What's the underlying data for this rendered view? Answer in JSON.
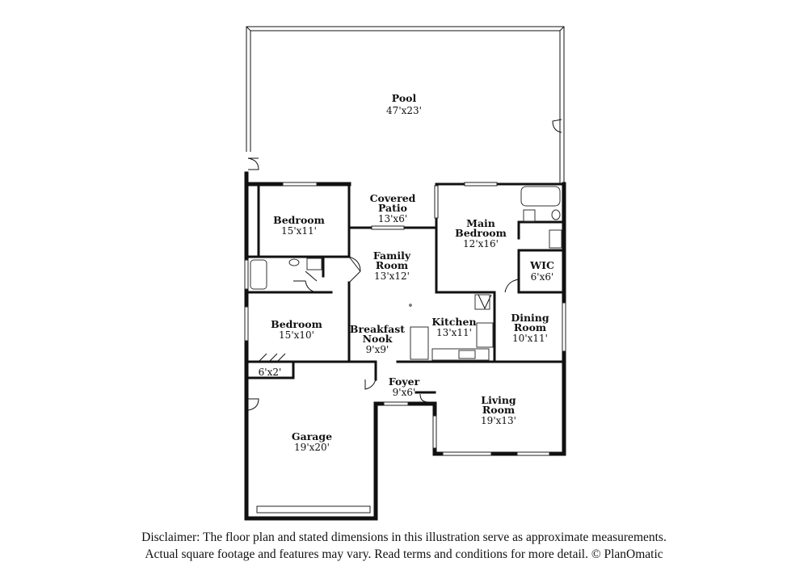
{
  "rooms": [
    {
      "key": "pool",
      "name_lines": [
        "Pool"
      ],
      "dims": "47'x23'"
    },
    {
      "key": "covered_patio",
      "name_lines": [
        "Covered",
        "Patio"
      ],
      "dims": "13'x6'"
    },
    {
      "key": "bedroom_1",
      "name_lines": [
        "Bedroom"
      ],
      "dims": "15'x11'"
    },
    {
      "key": "main_bedroom",
      "name_lines": [
        "Main",
        "Bedroom"
      ],
      "dims": "12'x16'"
    },
    {
      "key": "family_room",
      "name_lines": [
        "Family",
        "Room"
      ],
      "dims": "13'x12'"
    },
    {
      "key": "wic",
      "name_lines": [
        "WIC"
      ],
      "dims": "6'x6'"
    },
    {
      "key": "bedroom_2",
      "name_lines": [
        "Bedroom"
      ],
      "dims": "15'x10'"
    },
    {
      "key": "breakfast_nook",
      "name_lines": [
        "Breakfast",
        "Nook"
      ],
      "dims": "9'x9'"
    },
    {
      "key": "kitchen",
      "name_lines": [
        "Kitchen"
      ],
      "dims": "13'x11'"
    },
    {
      "key": "dining_room",
      "name_lines": [
        "Dining",
        "Room"
      ],
      "dims": "10'x11'"
    },
    {
      "key": "closet",
      "name_lines": [],
      "dims": "6'x2'"
    },
    {
      "key": "foyer",
      "name_lines": [
        "Foyer"
      ],
      "dims": "9'x6'"
    },
    {
      "key": "living_room",
      "name_lines": [
        "Living",
        "Room"
      ],
      "dims": "19'x13'"
    },
    {
      "key": "garage",
      "name_lines": [
        "Garage"
      ],
      "dims": "19'x20'"
    }
  ],
  "disclaimer": {
    "line1": "Disclaimer: The floor plan and stated dimensions in this illustration serve as approximate measurements.",
    "line2": "Actual square footage and features may vary. Read terms and conditions for more detail. © PlanOmatic"
  }
}
